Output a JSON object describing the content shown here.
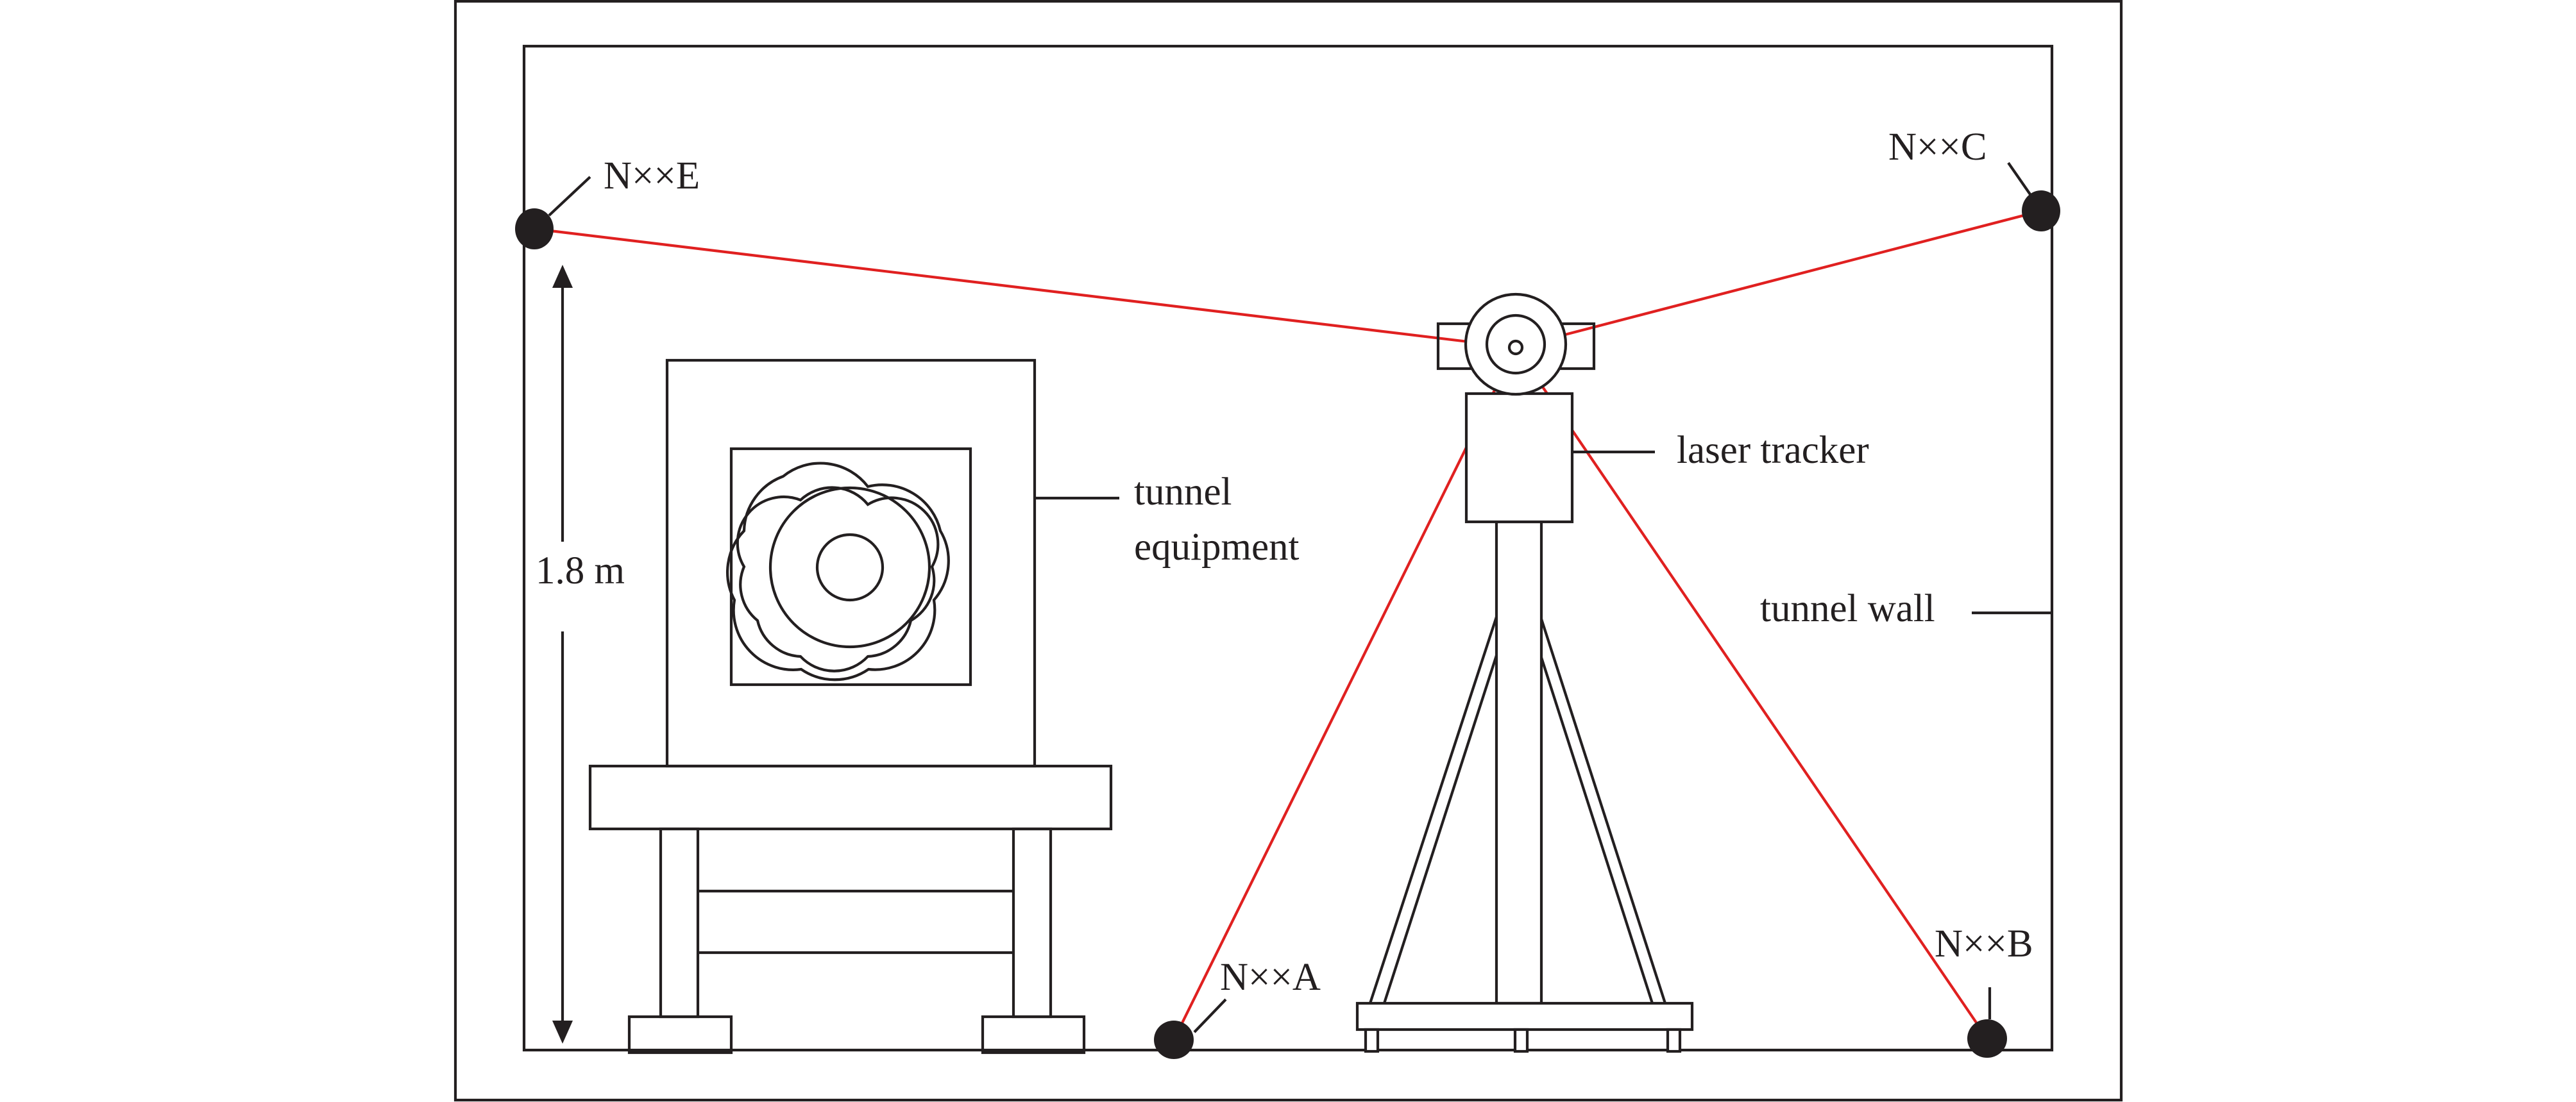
{
  "labels": {
    "point_e": "N××E",
    "point_c": "N××C",
    "point_a": "N××A",
    "point_b": "N××B",
    "laser_tracker": "laser tracker",
    "tunnel_equipment_line1": "tunnel",
    "tunnel_equipment_line2": "equipment",
    "tunnel_wall": "tunnel wall",
    "height_dimension": "1.8 m"
  },
  "colors": {
    "laser_beam": "#e02020",
    "line_ink": "#231f20",
    "background": "#ffffff"
  }
}
